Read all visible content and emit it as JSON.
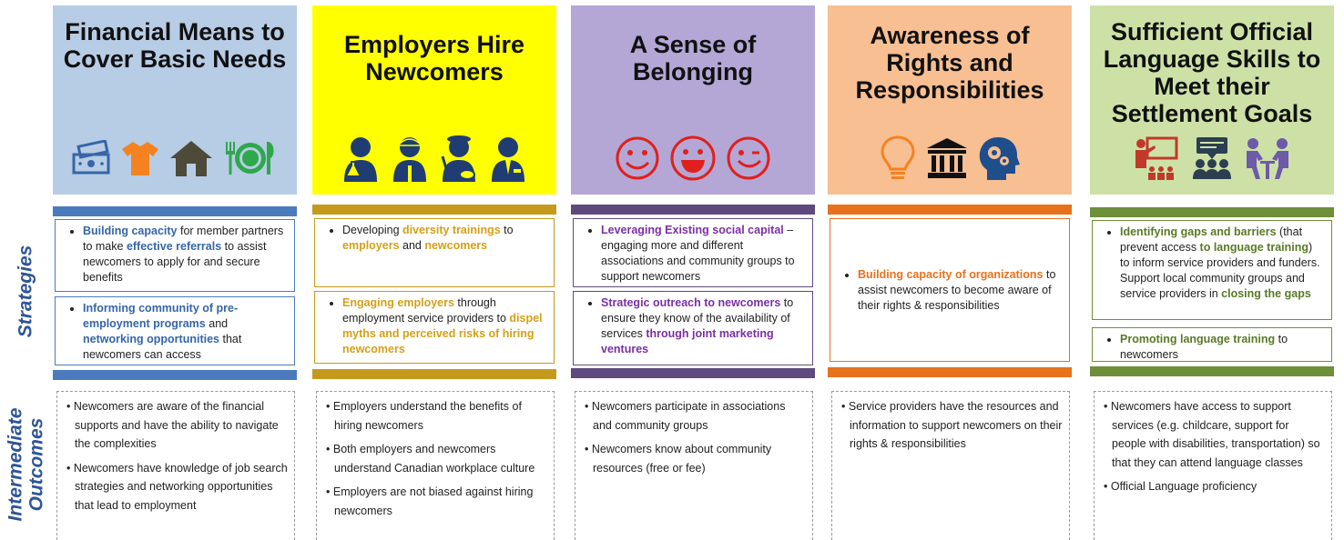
{
  "side_labels": {
    "strategies": "Strategies",
    "outcomes_line1": "Intermediate",
    "outcomes_line2": "Outcomes"
  },
  "columns": [
    {
      "title": "Financial Means to Cover Basic Needs",
      "color": "#b7cce5",
      "bar_color": "#4a7cbd",
      "accent": "#3566a8",
      "icons": [
        "money-icon",
        "t-shirt-icon",
        "house-icon",
        "meal-icon"
      ],
      "strategies": [
        {
          "parts": [
            {
              "t": "Building capacity",
              "h": true
            },
            {
              "t": " for member partners to make "
            },
            {
              "t": "effective referrals",
              "h": true
            },
            {
              "t": " to assist newcomers to apply for and secure benefits"
            }
          ]
        },
        {
          "parts": [
            {
              "t": "Informing community of pre-employment programs",
              "h": true
            },
            {
              "t": " and "
            },
            {
              "t": "networking opportunities",
              "h": true
            },
            {
              "t": " that newcomers can access"
            }
          ]
        }
      ],
      "outcomes": [
        "Newcomers are aware of the financial supports and have the ability to navigate the complexities",
        "Newcomers have knowledge of job search strategies and networking opportunities that lead to employment"
      ]
    },
    {
      "title": "Employers Hire Newcomers",
      "color": "#ffff00",
      "bar_color": "#c59a1c",
      "accent": "#d4a017",
      "icons": [
        "scientist-icon",
        "construction-worker-icon",
        "painter-icon",
        "businessman-icon"
      ],
      "strategies": [
        {
          "parts": [
            {
              "t": "Developing "
            },
            {
              "t": "diversity trainings",
              "h": true
            },
            {
              "t": " to "
            },
            {
              "t": "employers",
              "h": true
            },
            {
              "t": " and "
            },
            {
              "t": "newcomers",
              "h": true
            }
          ]
        },
        {
          "parts": [
            {
              "t": "Engaging employers",
              "h": true
            },
            {
              "t": " through employment service providers to "
            },
            {
              "t": "dispel myths and perceived risks of hiring newcomers",
              "h": true
            }
          ]
        }
      ],
      "outcomes": [
        "Employers understand the benefits of hiring newcomers",
        "Both employers and newcomers understand Canadian workplace culture",
        "Employers are not biased against hiring newcomers"
      ]
    },
    {
      "title": "A Sense of Belonging",
      "color": "#b4a7d6",
      "bar_color": "#5e4a7e",
      "accent": "#7b2fa5",
      "icons": [
        "smiley-icon",
        "laughing-face-icon",
        "winking-face-icon"
      ],
      "strategies": [
        {
          "parts": [
            {
              "t": "Leveraging Existing social capital",
              "h": true
            },
            {
              "t": " – engaging more and different associations and community groups to support newcomers"
            }
          ]
        },
        {
          "parts": [
            {
              "t": "Strategic outreach to newcomers",
              "h": true
            },
            {
              "t": " to ensure they know of the availability of services "
            },
            {
              "t": "through joint marketing ventures",
              "h": true
            }
          ]
        }
      ],
      "outcomes": [
        "Newcomers participate in associations and community groups",
        "Newcomers know about community resources (free or fee)"
      ]
    },
    {
      "title": "Awareness of Rights and Responsibilities",
      "color": "#f8bf92",
      "bar_color": "#e8711c",
      "accent": "#e8711c",
      "icons": [
        "lightbulb-icon",
        "courthouse-icon",
        "head-gears-icon"
      ],
      "strategies": [
        {
          "parts": [
            {
              "t": "Building capacity of organizations",
              "h": true
            },
            {
              "t": " to assist newcomers to become aware of their rights & responsibilities"
            }
          ]
        }
      ],
      "outcomes": [
        "Service providers have the resources and information to support newcomers on their rights & responsibilities"
      ]
    },
    {
      "title": "Sufficient Official Language Skills to Meet their Settlement Goals",
      "color": "#cde1a7",
      "bar_color": "#6e8f3a",
      "accent": "#5a7a26",
      "icons": [
        "teacher-presentation-icon",
        "group-discussion-icon",
        "tutoring-icon"
      ],
      "strategies": [
        {
          "parts": [
            {
              "t": "Identifying gaps and barriers",
              "h": true
            },
            {
              "t": " (that prevent access "
            },
            {
              "t": "to language training",
              "h": true
            },
            {
              "t": ") to inform service providers and funders. Support local community groups and service providers in "
            },
            {
              "t": "closing the gaps",
              "h": true
            }
          ]
        },
        {
          "parts": [
            {
              "t": "Promoting language training",
              "h": true
            },
            {
              "t": " to newcomers"
            }
          ]
        }
      ],
      "outcomes": [
        "Newcomers have access to support services (e.g. childcare, support for people with disabilities, transportation) so that they can attend language classes",
        "Official Language proficiency"
      ]
    }
  ]
}
